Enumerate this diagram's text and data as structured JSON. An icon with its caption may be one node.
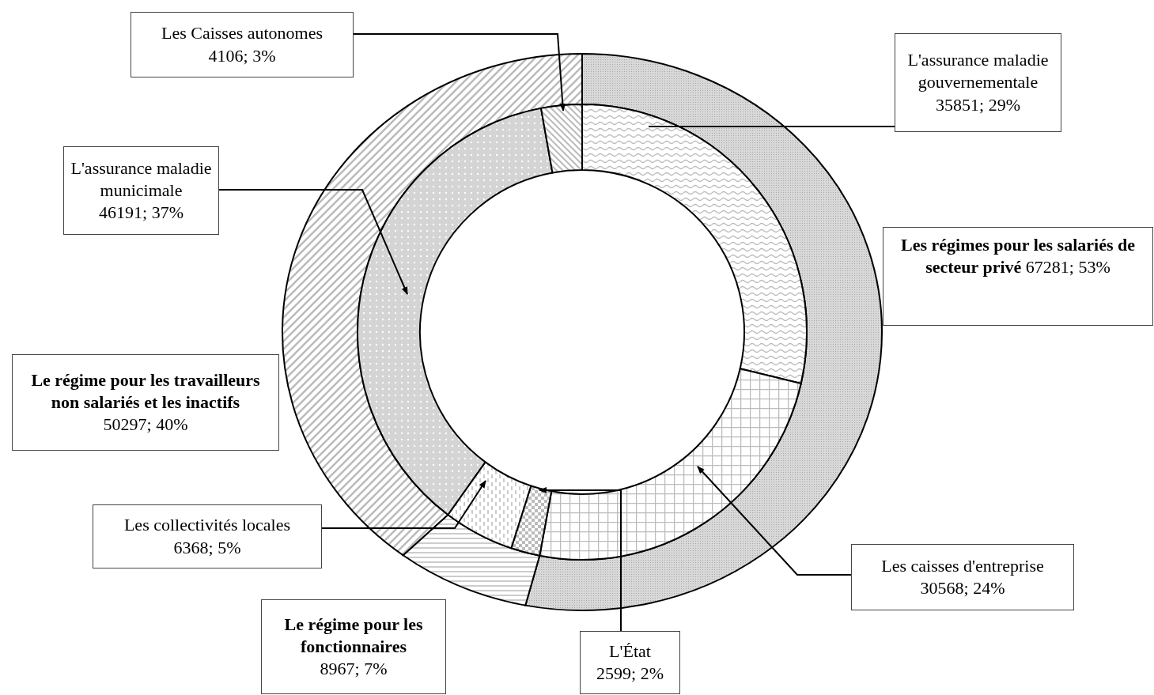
{
  "diagram": {
    "nodes": [
      {
        "text": [
          "Les Caisses autonomes",
          "4106; 3%"
        ]
      },
      {
        "text": [
          "L'assurance maladie gouvernementale",
          "35851; 29%"
        ]
      },
      {
        "text": [
          "L'assurance maladie municimale",
          "46191; 37%"
        ]
      },
      {
        "text": [
          "Les régimes pour les salariés de secteur privé",
          "67281; 53%"
        ]
      },
      {
        "text": [
          "Le régime pour les travailleurs non salariés et les inactifs",
          "50297; 40%"
        ]
      },
      {
        "text": [
          "Les collectivités locales",
          "6368; 5%"
        ]
      },
      {
        "text": [
          "Les caisses d'entreprise",
          "30568; 24%"
        ]
      },
      {
        "text": [
          "Le régime pour les fonctionnaires",
          "8967; 7%"
        ]
      },
      {
        "text": [
          "L'État",
          "2599; 2%"
        ]
      },
      {
        "text": [],
        "shape": "segment"
      },
      {
        "text": [],
        "shape": "segment"
      },
      {
        "text": [],
        "shape": "segment"
      },
      {
        "text": [],
        "shape": "segment"
      },
      {
        "text": [],
        "shape": "segment"
      },
      {
        "text": [],
        "shape": "segment"
      }
    ],
    "edges": [
      {
        "from": 0,
        "to": 14,
        "arrow": "to"
      },
      {
        "from": 1,
        "to": 9,
        "arrow": "none"
      },
      {
        "from": 2,
        "to": 13,
        "arrow": "to"
      },
      {
        "from": 5,
        "to": 12,
        "arrow": "to"
      },
      {
        "from": 6,
        "to": 10,
        "arrow": "to"
      },
      {
        "from": 8,
        "to": 11,
        "arrow": "to"
      }
    ]
  }
}
